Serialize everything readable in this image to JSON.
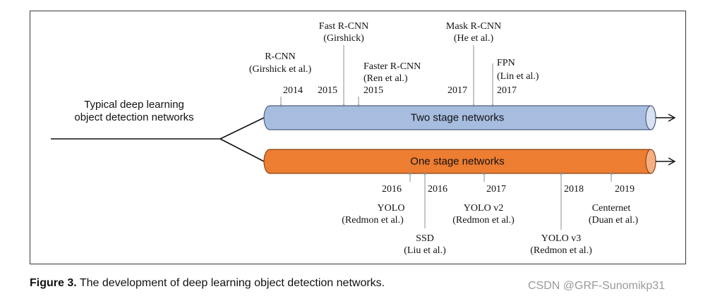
{
  "root_label": [
    "Typical deep learning",
    "object detection networks"
  ],
  "pipes": {
    "two_stage": {
      "label": "Two stage networks",
      "fill": "#a7bde0",
      "end_fill": "#d8e2f1",
      "stroke": "#4d5f7e"
    },
    "one_stage": {
      "label": "One stage networks",
      "fill": "#ed7d31",
      "end_fill": "#f4b083",
      "stroke": "#8a4415"
    }
  },
  "two_stage_events": [
    {
      "name": "R-CNN",
      "author": "(Girshick et al.)",
      "year": "2014"
    },
    {
      "name": "Fast R-CNN",
      "author": "(Girshick)",
      "year": "2015"
    },
    {
      "name": "Faster R-CNN",
      "author": "(Ren et al.)",
      "year": "2015"
    },
    {
      "name": "Mask R-CNN",
      "author": "(He et al.)",
      "year": "2017"
    },
    {
      "name": "FPN",
      "author": "(Lin et al.)",
      "year": "2017"
    }
  ],
  "one_stage_events": [
    {
      "name": "YOLO",
      "author": "(Redmon et al.)",
      "year": "2016"
    },
    {
      "name": "SSD",
      "author": "(Liu et al.)",
      "year": "2016"
    },
    {
      "name": "YOLO v2",
      "author": "(Redmon et al.)",
      "year": "2017"
    },
    {
      "name": "YOLO v3",
      "author": "(Redmon et al.)",
      "year": "2018"
    },
    {
      "name": "Centernet",
      "author": "(Duan et al.)",
      "year": "2019"
    }
  ],
  "caption": {
    "label": "Figure 3.",
    "text": " The development of deep learning object detection networks."
  },
  "watermark": "CSDN @GRF-Sunomikp31"
}
